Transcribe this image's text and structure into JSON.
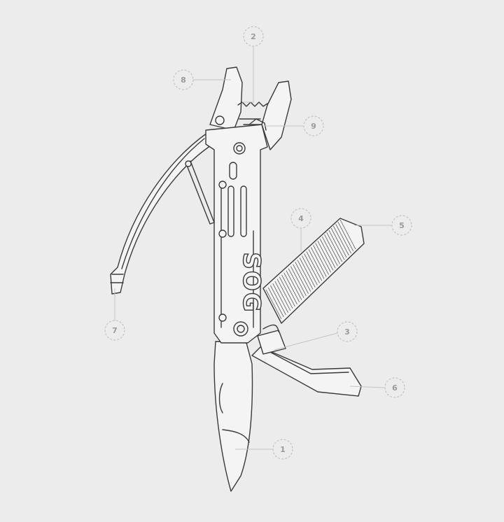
{
  "brand": {
    "logo_text": "SOG"
  },
  "callouts": [
    {
      "number": "1"
    },
    {
      "number": "2"
    },
    {
      "number": "3"
    },
    {
      "number": "4"
    },
    {
      "number": "5"
    },
    {
      "number": "6"
    },
    {
      "number": "7"
    },
    {
      "number": "8"
    },
    {
      "number": "9"
    }
  ],
  "colors": {
    "background": "#ececec",
    "outline": "#3a3a3a",
    "callout": "#c4c4c4",
    "callout_text": "#9a9a9a"
  }
}
